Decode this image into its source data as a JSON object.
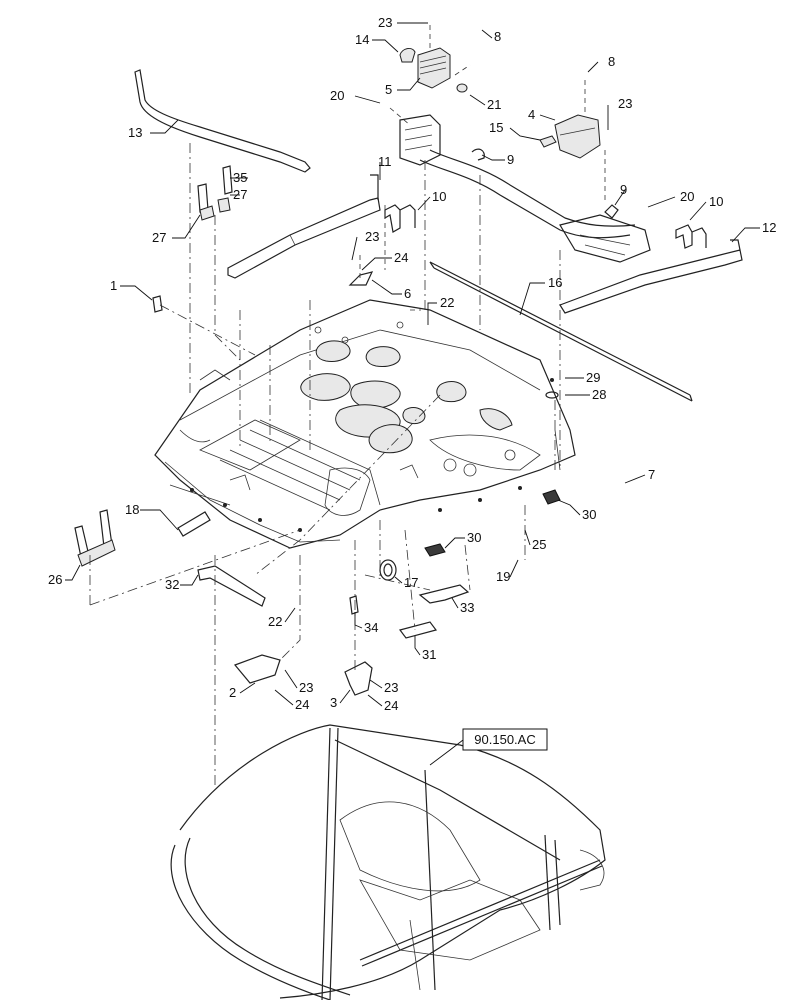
{
  "diagram": {
    "callouts": [
      {
        "id": "c23a",
        "label": "23"
      },
      {
        "id": "c8a",
        "label": "8"
      },
      {
        "id": "c14",
        "label": "14"
      },
      {
        "id": "c8b",
        "label": "8"
      },
      {
        "id": "c5",
        "label": "5"
      },
      {
        "id": "c21",
        "label": "21"
      },
      {
        "id": "c20a",
        "label": "20"
      },
      {
        "id": "c4",
        "label": "4"
      },
      {
        "id": "c23b",
        "label": "23"
      },
      {
        "id": "c13",
        "label": "13"
      },
      {
        "id": "c15",
        "label": "15"
      },
      {
        "id": "c9a",
        "label": "9"
      },
      {
        "id": "c11",
        "label": "11"
      },
      {
        "id": "c35",
        "label": "35"
      },
      {
        "id": "c27a",
        "label": "27"
      },
      {
        "id": "c10a",
        "label": "10"
      },
      {
        "id": "c9b",
        "label": "9"
      },
      {
        "id": "c20b",
        "label": "20"
      },
      {
        "id": "c10b",
        "label": "10"
      },
      {
        "id": "c27b",
        "label": "27"
      },
      {
        "id": "c23c",
        "label": "23"
      },
      {
        "id": "c12",
        "label": "12"
      },
      {
        "id": "c24a",
        "label": "24"
      },
      {
        "id": "c1",
        "label": "1"
      },
      {
        "id": "c16",
        "label": "16"
      },
      {
        "id": "c6",
        "label": "6"
      },
      {
        "id": "c22a",
        "label": "22"
      },
      {
        "id": "c29",
        "label": "29"
      },
      {
        "id": "c28",
        "label": "28"
      },
      {
        "id": "c7",
        "label": "7"
      },
      {
        "id": "c18",
        "label": "18"
      },
      {
        "id": "c30a",
        "label": "30"
      },
      {
        "id": "c30b",
        "label": "30"
      },
      {
        "id": "c25",
        "label": "25"
      },
      {
        "id": "c26",
        "label": "26"
      },
      {
        "id": "c17",
        "label": "17"
      },
      {
        "id": "c19",
        "label": "19"
      },
      {
        "id": "c32",
        "label": "32"
      },
      {
        "id": "c33",
        "label": "33"
      },
      {
        "id": "c22b",
        "label": "22"
      },
      {
        "id": "c34",
        "label": "34"
      },
      {
        "id": "c31",
        "label": "31"
      },
      {
        "id": "c23d",
        "label": "23"
      },
      {
        "id": "c2",
        "label": "2"
      },
      {
        "id": "c24b",
        "label": "24"
      },
      {
        "id": "c3",
        "label": "3"
      },
      {
        "id": "c23e",
        "label": "23"
      },
      {
        "id": "c24c",
        "label": "24"
      }
    ],
    "reference": "90.150.AC"
  }
}
